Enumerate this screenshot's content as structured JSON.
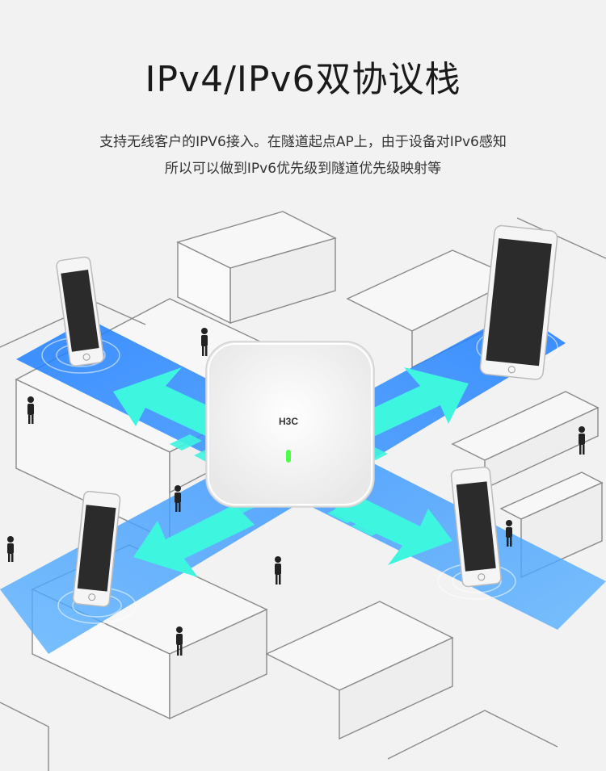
{
  "header": {
    "title": "IPv4/IPv6双协议栈",
    "description_line1": "支持无线客户的IPV6接入。在隧道起点AP上，由于设备对IPv6感知",
    "description_line2": "所以可以做到IPv6优先级到隧道优先级映射等"
  },
  "device": {
    "brand": "H3C",
    "led_color": "#4cff4c"
  },
  "colors": {
    "background": "#f2f2f2",
    "road_blue": "#2f8cff",
    "arrow_cyan": "#3ef5e0",
    "line_gray": "#9a9a9a"
  }
}
